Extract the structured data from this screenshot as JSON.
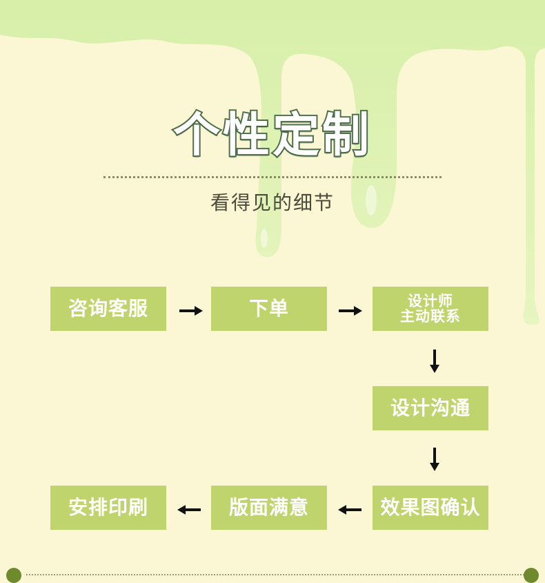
{
  "title": "个性定制",
  "subtitle": "看得见的细节",
  "steps": [
    {
      "line1": "咨询客服"
    },
    {
      "line1": "下单"
    },
    {
      "line1": "设计师",
      "line2": "主动联系"
    },
    {
      "line1": "设计沟通"
    },
    {
      "line1": "效果图确认"
    },
    {
      "line1": "版面满意"
    },
    {
      "line1": "安排印刷"
    }
  ],
  "colors": {
    "step_fill": "#bfd46c",
    "title_stroke": "#4e6f4a",
    "background": "#fbf6d3",
    "drip": "#dff2b5"
  }
}
